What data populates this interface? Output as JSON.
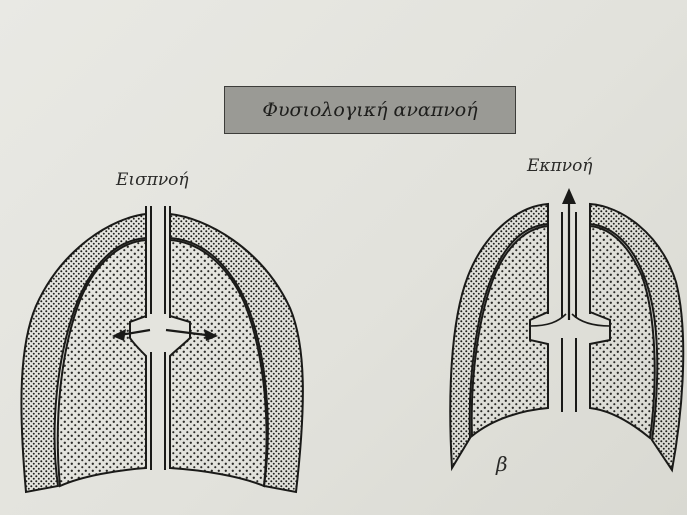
{
  "title": "Φυσιολογική αναπνοή",
  "labels": {
    "inhale": "Εισπνοή",
    "exhale": "Εκπνοή",
    "panel_b": "β"
  },
  "colors": {
    "ink": "#1a1a18",
    "paper": "#e6e6e0",
    "title_box": "#9a9a95"
  }
}
